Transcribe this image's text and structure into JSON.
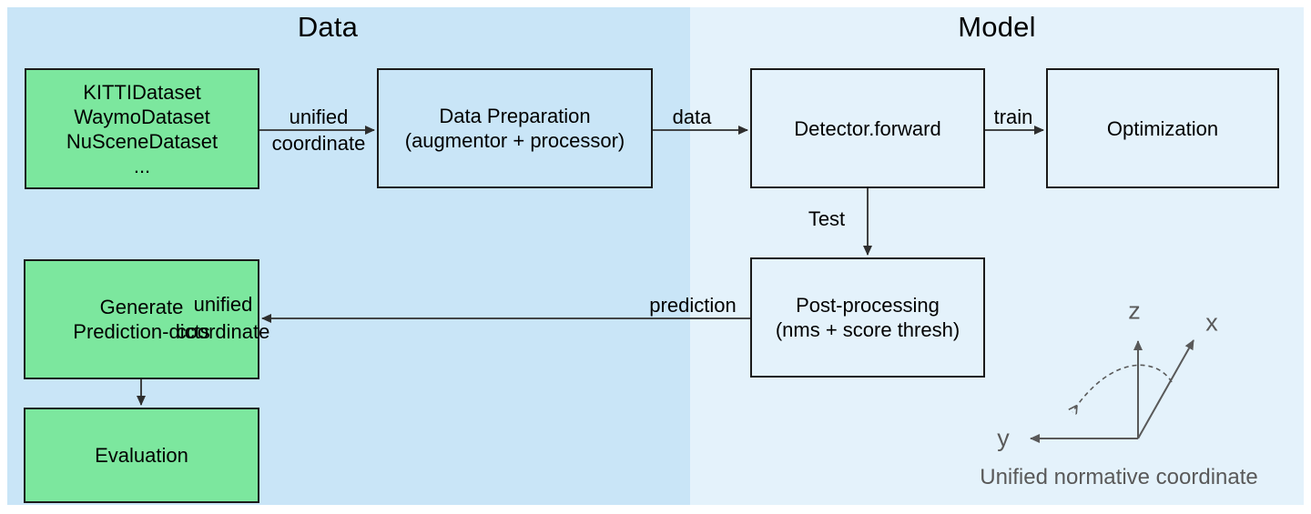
{
  "sections": {
    "data": {
      "title": "Data"
    },
    "model": {
      "title": "Model"
    }
  },
  "boxes": {
    "datasets": {
      "lines": [
        "KITTIDataset",
        "WaymoDataset",
        "NuSceneDataset",
        "..."
      ]
    },
    "data_preparation": {
      "lines": [
        "Data Preparation",
        "(augmentor + processor)"
      ]
    },
    "detector_forward": {
      "lines": [
        "Detector.forward"
      ]
    },
    "optimization": {
      "lines": [
        "Optimization"
      ]
    },
    "post_processing": {
      "lines": [
        "Post-processing",
        "(nms + score thresh)"
      ]
    },
    "generate_prediction_dicts": {
      "lines": [
        "Generate",
        "Prediction-dicts"
      ]
    },
    "evaluation": {
      "lines": [
        "Evaluation"
      ]
    }
  },
  "edges": {
    "datasets_to_preparation": {
      "label_top": "unified",
      "label_bottom": "coordinate"
    },
    "preparation_to_detector": {
      "label": "data"
    },
    "detector_to_optimization": {
      "label": "train"
    },
    "detector_to_postprocessing": {
      "label": "Test"
    },
    "postprocessing_to_generate": {
      "label_near_box": "prediction",
      "label_top": "unified",
      "label_bottom": "coordinate"
    }
  },
  "axes": {
    "z_label": "z",
    "x_label": "x",
    "y_label": "y",
    "caption": "Unified normative coordinate"
  },
  "colors": {
    "data_section_bg": "#c9e5f7",
    "model_section_bg": "#e4f2fb",
    "green_box_fill": "#7ce79e",
    "box_border": "#1a1a1a",
    "arrow": "#2e2e2e",
    "axes_gray": "#595959"
  }
}
